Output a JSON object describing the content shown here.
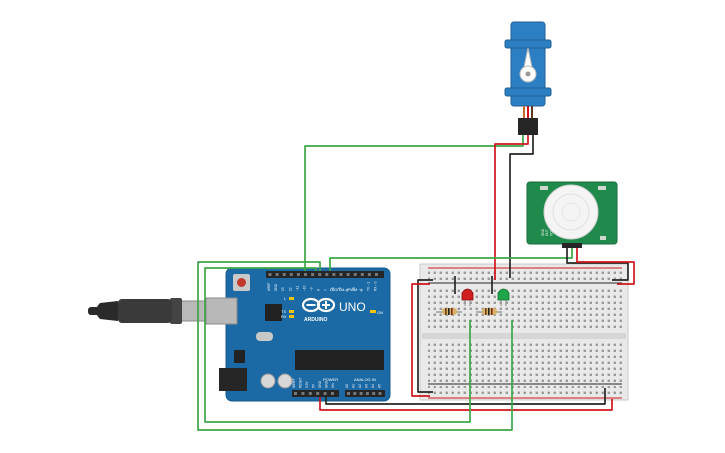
{
  "arduino": {
    "brand": "ARDUINO",
    "model": "UNO",
    "digital_header": "DIGITAL (PWM ~)",
    "power_header": "POWER",
    "analog_header": "ANALOG IN",
    "on_label": "ON",
    "led_labels": [
      "L",
      "TX",
      "RX"
    ],
    "digital_pins": [
      "AREF",
      "GND",
      "13",
      "12",
      "~11",
      "~10",
      "~9",
      "8",
      "7",
      "~6",
      "~5",
      "4",
      "~3",
      "2",
      "TX→1",
      "RX←0"
    ],
    "power_pins": [
      "IOREF",
      "RESET",
      "3.3V",
      "5V",
      "GND",
      "GND",
      "Vin"
    ],
    "analog_pins": [
      "A0",
      "A1",
      "A2",
      "A3",
      "A4",
      "A5"
    ],
    "board_color": "#1b6aa5"
  },
  "pir": {
    "pin_labels": [
      "GND",
      "OUT",
      "VCC"
    ],
    "board_color": "#1f8a4c"
  },
  "servo": {
    "body_color": "#2d7fc4"
  },
  "leds": [
    {
      "color": "#d01f1f"
    },
    {
      "color": "#1fa64a"
    }
  ],
  "wire_colors": {
    "green": "#3ca746",
    "red": "#d0161c",
    "black": "#262626"
  }
}
